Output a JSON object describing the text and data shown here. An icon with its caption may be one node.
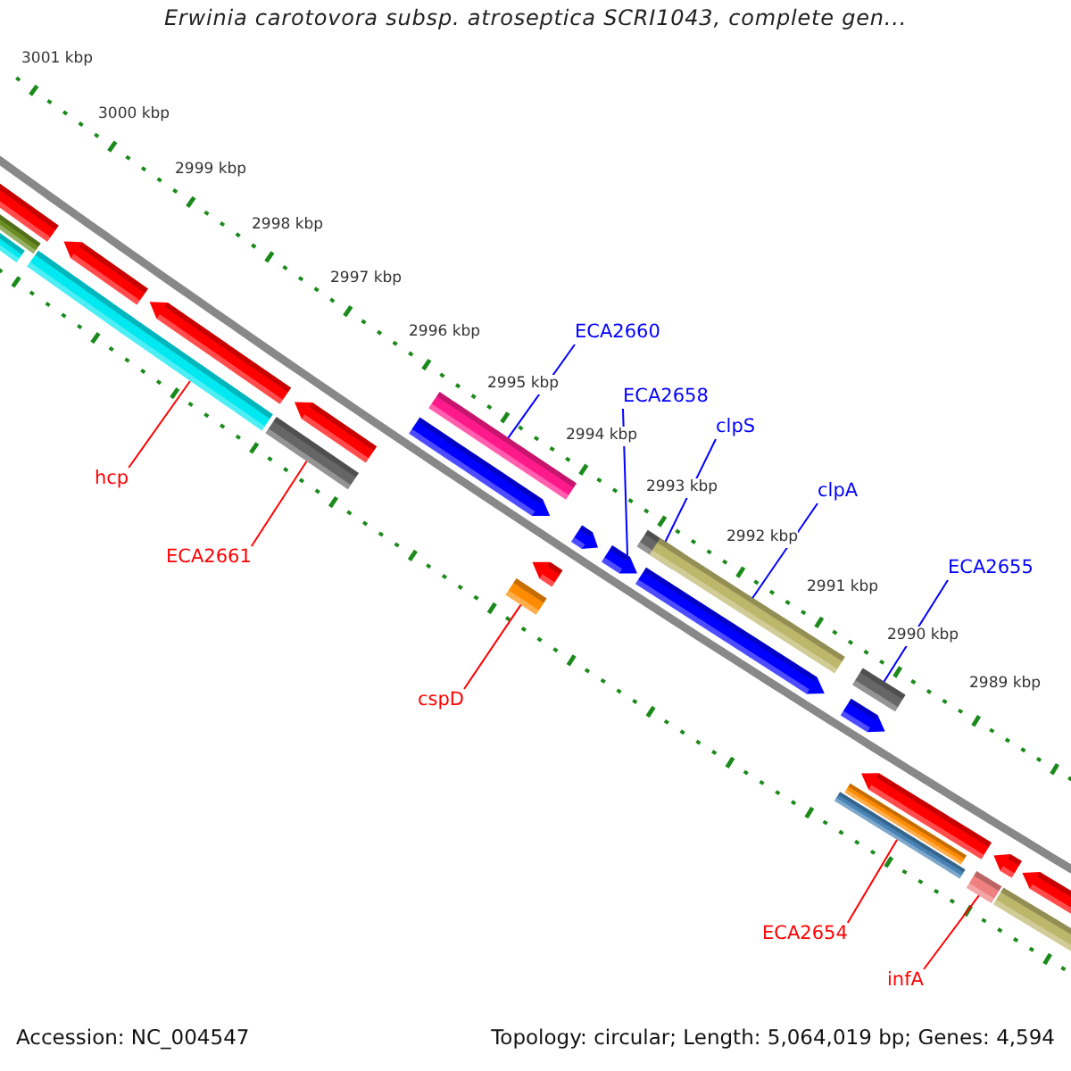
{
  "diagram": {
    "title": "Erwinia carotovora subsp. atroseptica SCRI1043, complete gen...",
    "nodes": [
      {
        "text": [
          "ECA2660"
        ]
      },
      {
        "text": [],
        "shape": "bar"
      },
      {
        "text": [
          "ECA2658"
        ]
      },
      {
        "text": [],
        "shape": "bar"
      },
      {
        "text": [
          "clpS"
        ]
      },
      {
        "text": [],
        "shape": "bar"
      },
      {
        "text": [
          "clpA"
        ]
      },
      {
        "text": [],
        "shape": "bar"
      },
      {
        "text": [
          "ECA2655"
        ]
      },
      {
        "text": [],
        "shape": "bar"
      },
      {
        "text": [
          "hcp"
        ]
      },
      {
        "text": [],
        "shape": "bar"
      },
      {
        "text": [
          "ECA2661"
        ]
      },
      {
        "text": [],
        "shape": "bar"
      },
      {
        "text": [
          "cspD"
        ]
      },
      {
        "text": [],
        "shape": "bar"
      },
      {
        "text": [
          "ECA2654"
        ]
      },
      {
        "text": [],
        "shape": "bar"
      },
      {
        "text": [
          "infA"
        ]
      },
      {
        "text": [],
        "shape": "bar"
      }
    ],
    "edges": [
      {
        "from": 0,
        "to": 1,
        "arrow": "none",
        "color": "#0000ff"
      },
      {
        "from": 2,
        "to": 3,
        "arrow": "none",
        "color": "#0000ff"
      },
      {
        "from": 4,
        "to": 5,
        "arrow": "none",
        "color": "#0000ff"
      },
      {
        "from": 6,
        "to": 7,
        "arrow": "none",
        "color": "#0000ff"
      },
      {
        "from": 8,
        "to": 9,
        "arrow": "none",
        "color": "#0000ff"
      },
      {
        "from": 10,
        "to": 11,
        "arrow": "none",
        "color": "#ff0000"
      },
      {
        "from": 12,
        "to": 13,
        "arrow": "none",
        "color": "#ff0000"
      },
      {
        "from": 14,
        "to": 15,
        "arrow": "none",
        "color": "#ff0000"
      },
      {
        "from": 16,
        "to": 17,
        "arrow": "none",
        "color": "#ff0000"
      },
      {
        "from": 18,
        "to": 19,
        "arrow": "none",
        "color": "#ff0000"
      }
    ],
    "labels": [
      "3001 kbp",
      "3000 kbp",
      "2999 kbp",
      "2998 kbp",
      "2997 kbp",
      "2996 kbp",
      "2995 kbp",
      "2994 kbp",
      "2993 kbp",
      "2992 kbp",
      "2991 kbp",
      "2990 kbp",
      "2989 kbp",
      "Accession: NC_004547",
      "Topology: circular; Length: 5,064,019 bp; Genes: 4,594"
    ]
  }
}
